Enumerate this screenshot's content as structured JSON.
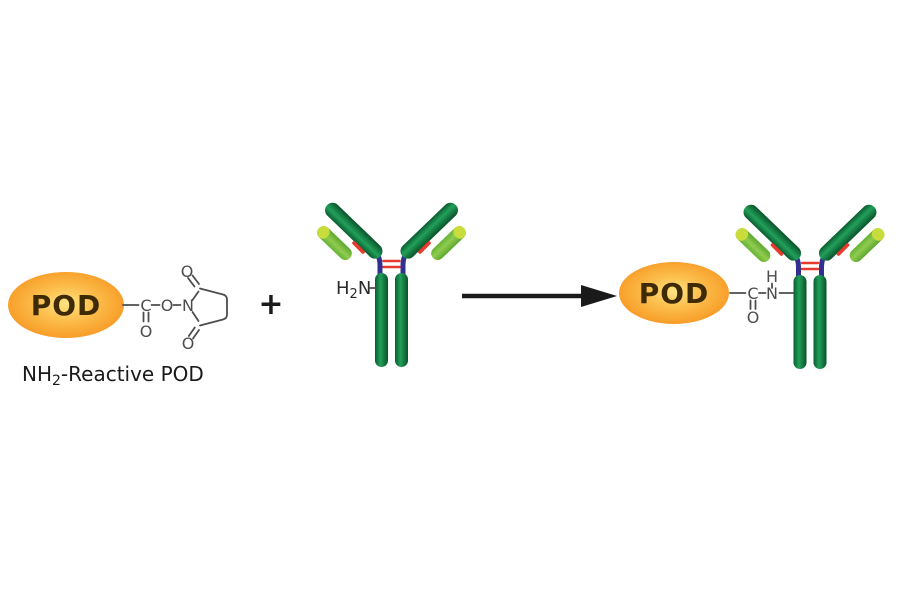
{
  "colors": {
    "pod_orange": "#F79B26",
    "pod_center": "#FFE482",
    "pod_text": "#3E2B06",
    "heavy_chain_green": "#128449",
    "light_chain_green": "#7DC242",
    "light_chain_tip": "#C8DC3B",
    "hinge_blue": "#32308F",
    "disulfide_red": "#E8392D",
    "chemistry_gray": "#4D4D4D",
    "text_black": "#1A1A1A"
  },
  "reactant": {
    "pod_label": "POD",
    "ester": {
      "c": "C",
      "o_carbonyl": "O",
      "o_ester": "O",
      "n": "N",
      "o_ring_top": "O",
      "o_ring_bottom": "O"
    },
    "caption": {
      "pre": "NH",
      "sub": "2",
      "post": "-Reactive POD"
    }
  },
  "plus_sign": "+",
  "antibody": {
    "amine": {
      "h": "H",
      "sub": "2",
      "n": "N"
    }
  },
  "product": {
    "pod_label": "POD",
    "amide": {
      "c": "C",
      "o": "O",
      "n": "N",
      "h": "H"
    }
  }
}
